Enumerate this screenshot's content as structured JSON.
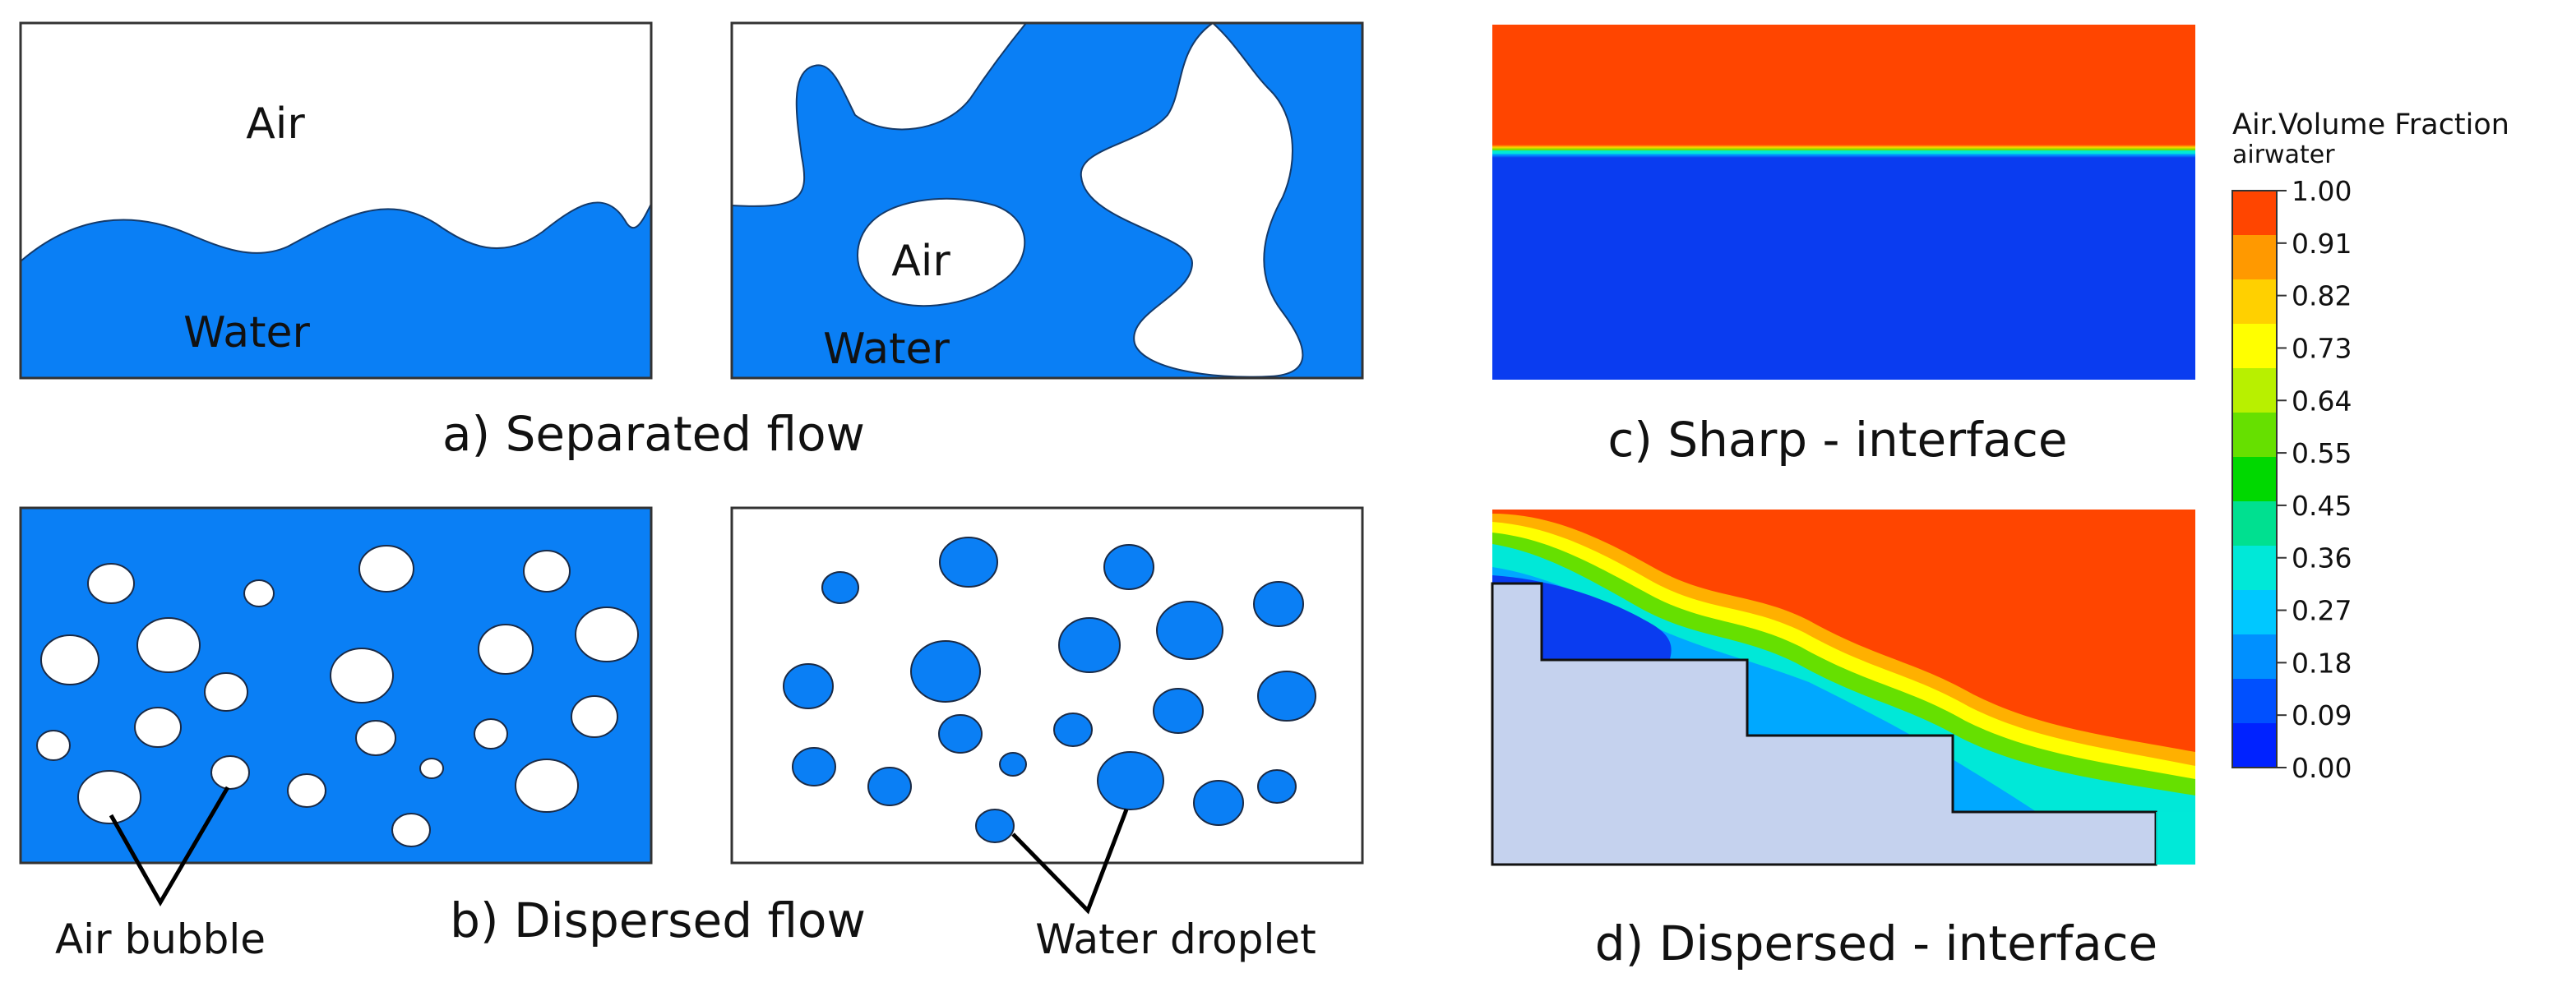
{
  "panel_a": {
    "caption": "a) Separated flow",
    "left_air_label": "Air",
    "left_water_label": "Water",
    "right_air_label": "Air",
    "right_water_label": "Water"
  },
  "panel_b": {
    "caption": "b) Dispersed flow",
    "bubble_callout": "Air bubble",
    "droplet_callout": "Water droplet"
  },
  "panel_c": {
    "caption": "c) Sharp - interface"
  },
  "panel_d": {
    "caption": "d) Dispersed - interface"
  },
  "colorbar": {
    "title_line1": "Air.Volume Fraction",
    "title_line2": "airwater",
    "ticks": [
      "1.00",
      "0.91",
      "0.82",
      "0.73",
      "0.64",
      "0.55",
      "0.45",
      "0.36",
      "0.27",
      "0.18",
      "0.09",
      "0.00"
    ],
    "colors": [
      "#ff4500",
      "#ff9900",
      "#ffd000",
      "#ffff00",
      "#b8f000",
      "#66e000",
      "#00d800",
      "#00e090",
      "#00e8d8",
      "#00c8ff",
      "#0090ff",
      "#0050ff",
      "#0022ff"
    ]
  },
  "colors": {
    "water": "#0a7ff5",
    "air": "#ffffff",
    "orange": "#ff4500",
    "deep_blue": "#0a3cf0",
    "solid": "#c5d2ee"
  }
}
